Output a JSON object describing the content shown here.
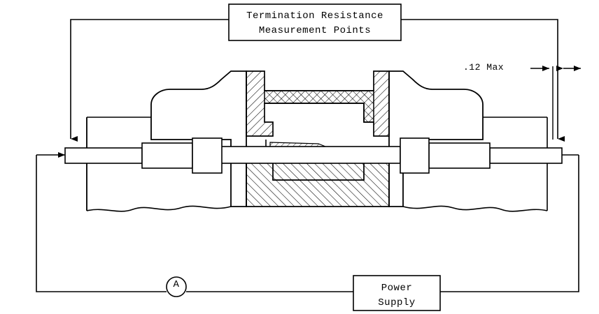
{
  "figure": {
    "title_box": {
      "line1": "Termination Resistance",
      "line2": "Measurement Points"
    },
    "dimension_callout": ".12 Max",
    "power_supply_box": {
      "line1": "Power",
      "line2": "Supply"
    },
    "ammeter_symbol": "A",
    "colors": {
      "line": "#000000",
      "background": "#ffffff"
    }
  }
}
